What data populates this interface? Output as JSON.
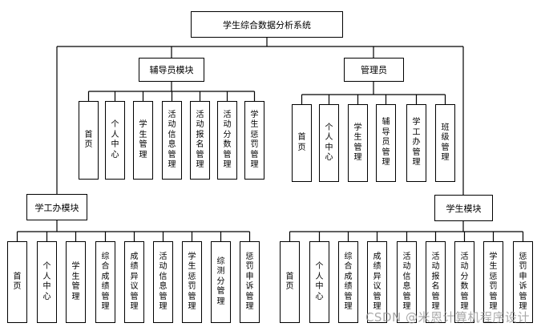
{
  "diagram": {
    "root": "学生综合数据分析系统",
    "modules": [
      {
        "id": "counselor",
        "label": "辅导员模块",
        "children": [
          "首页",
          "个人中心",
          "学生管理",
          "活动信息管理",
          "活动报名管理",
          "活动分数管理",
          "学生惩罚管理"
        ]
      },
      {
        "id": "admin",
        "label": "管理员",
        "children": [
          "首页",
          "个人中心",
          "学生管理",
          "辅导员管理",
          "学工办管理",
          "班级管理"
        ]
      },
      {
        "id": "office",
        "label": "学工办模块",
        "children": [
          "首页",
          "个人中心",
          "学生管理",
          "综合成绩管理",
          "成绩异议管理",
          "活动信息管理",
          "学生惩罚管理",
          "综测分管理",
          "惩罚申诉管理"
        ]
      },
      {
        "id": "student",
        "label": "学生模块",
        "children": [
          "首页",
          "个人中心",
          "综合成绩管理",
          "成绩异议管理",
          "活动信息管理",
          "活动报名管理",
          "活动分数管理",
          "学生惩罚管理",
          "惩罚申诉管理"
        ]
      }
    ]
  },
  "watermark": "CSDN @米恩计算机程序设计"
}
